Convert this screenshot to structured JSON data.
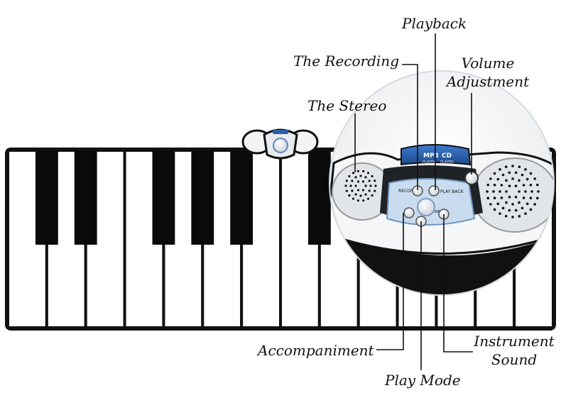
{
  "diagram": {
    "subject": "piano mat with control panel",
    "key_count": {
      "white": 14,
      "black": 10
    },
    "callouts": {
      "playback": "Playback",
      "the_recording": "The Recording",
      "volume_adjustment_line1": "Volume",
      "volume_adjustment_line2": "Adjustment",
      "the_stereo": "The Stereo",
      "accompaniment": "Accompaniment",
      "instrument_sound_line1": "Instrument",
      "instrument_sound_line2": "Sound",
      "play_mode": "Play Mode"
    },
    "panel_labels": {
      "mp3": "MP3",
      "cd": "CD",
      "mp3_sub": "PLAYER",
      "cd_sub": "PLAYER",
      "record": "RECORD",
      "play_back": "PLAY BACK",
      "play_tone": "PLAY TONE"
    }
  },
  "colors": {
    "key_outline": "#111111",
    "white_key": "#ffffff",
    "black_key": "#0a0a0a",
    "panel_blue": "#2b5fa8",
    "button_ring": "#9fc2e6",
    "speaker_grey": "#dfe3e8"
  }
}
